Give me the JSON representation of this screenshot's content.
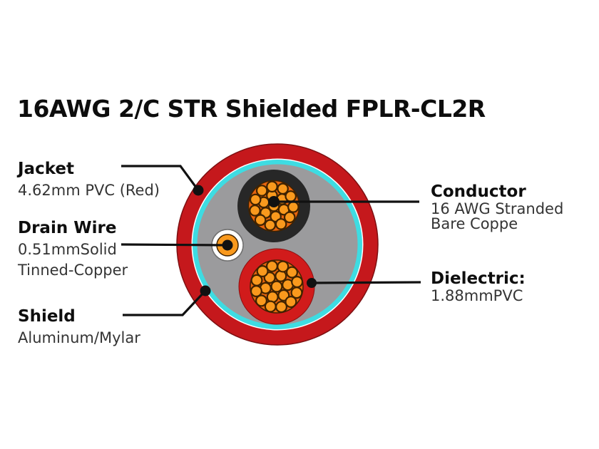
{
  "title": "16AWG 2/C STR Shielded FPLR-CL2R",
  "labels": {
    "jacket": {
      "heading": "Jacket",
      "lines": [
        "4.62mm PVC (Red)"
      ]
    },
    "drain_wire": {
      "heading": "Drain Wire",
      "lines": [
        "0.51mmSolid",
        "Tinned-Copper"
      ]
    },
    "shield": {
      "heading": "Shield",
      "lines": [
        "Aluminum/Mylar"
      ]
    },
    "conductor": {
      "heading": "Conductor",
      "lines": [
        "16 AWG Stranded",
        "Bare Coppe"
      ]
    },
    "dielectric": {
      "heading": "Dielectric:",
      "lines": [
        "1.88mmPVC"
      ]
    }
  },
  "colors": {
    "jacket_red": "#c5181c",
    "jacket_edge": "#7d1012",
    "dielectric_red": "#d11b1b",
    "dielectric_edge": "#8d0f0f",
    "shield_cyan": "#3edce2",
    "filler_gray": "#9b9b9d",
    "insulation_black": "#272727",
    "conductor_orange": "#e8650f",
    "strand_orange": "#f9991d",
    "strand_outline": "#3f2200",
    "drain_ring_white": "#ffffff",
    "drain_ring_edge": "#6e6e6e",
    "gap_white": "#ffffff",
    "leader": "#111111"
  }
}
